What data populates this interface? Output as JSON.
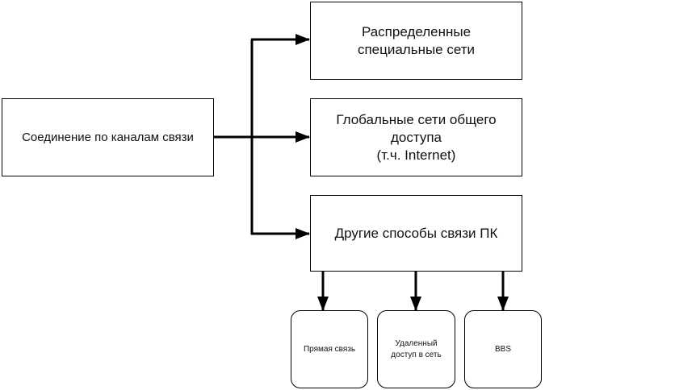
{
  "diagram": {
    "root": {
      "label": "Соединение по каналам связи"
    },
    "branches": [
      {
        "label": "Распределенные\nспециальные сети"
      },
      {
        "label": "Глобальные сети общего\nдоступа\n(т.ч. Internet)"
      },
      {
        "label": "Другие способы связи ПК"
      }
    ],
    "sub_branches": [
      {
        "label": "Прямая связь"
      },
      {
        "label": "Удаленный\nдоступ в сеть"
      },
      {
        "label": "BBS"
      }
    ],
    "edges": [
      {
        "from": "root",
        "to": "branches.0"
      },
      {
        "from": "root",
        "to": "branches.1"
      },
      {
        "from": "root",
        "to": "branches.2"
      },
      {
        "from": "branches.2",
        "to": "sub_branches.0"
      },
      {
        "from": "branches.2",
        "to": "sub_branches.1"
      },
      {
        "from": "branches.2",
        "to": "sub_branches.2"
      }
    ]
  }
}
